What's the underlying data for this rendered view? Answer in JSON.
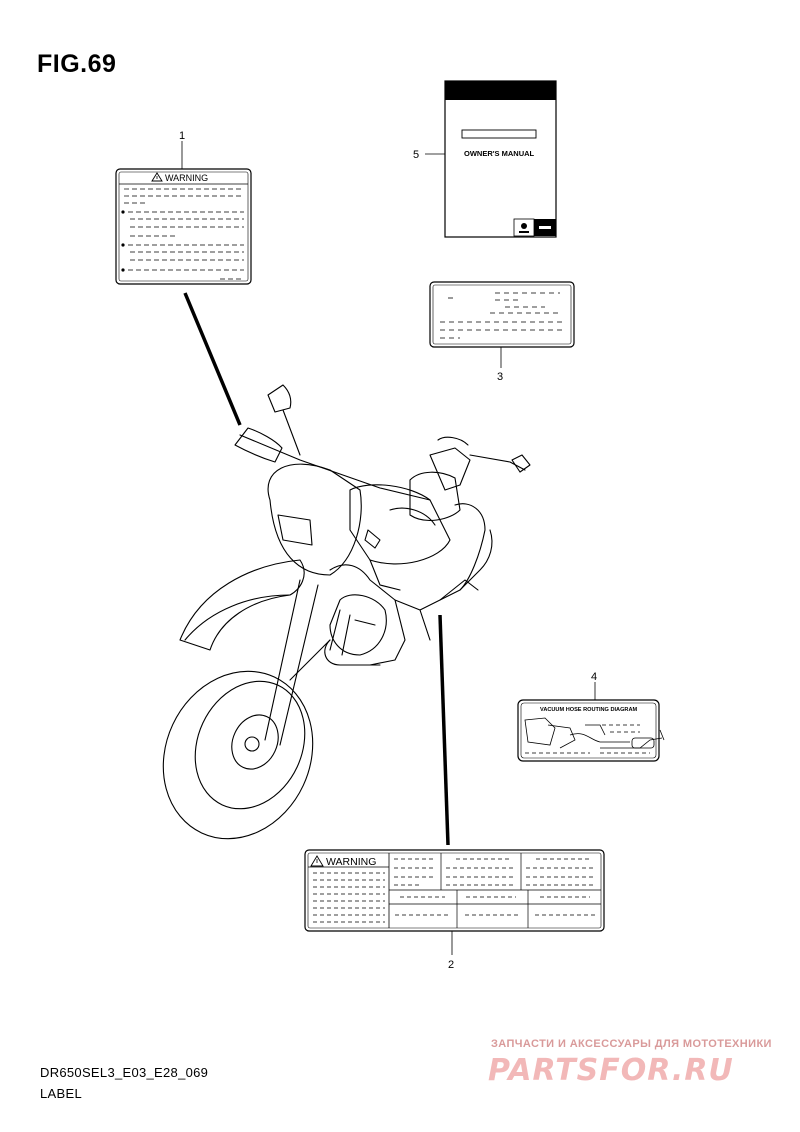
{
  "figure": {
    "title": "FIG.69"
  },
  "callouts": {
    "c1": "1",
    "c2": "2",
    "c3": "3",
    "c4": "4",
    "c5": "5"
  },
  "labels": {
    "warning_label_1": {
      "heading": "WARNING"
    },
    "warning_label_2": {
      "heading": "WARNING"
    },
    "owners_manual": {
      "title": "OWNER'S MANUAL"
    },
    "vacuum_hose": {
      "title": "VACUUM HOSE ROUTING DIAGRAM"
    }
  },
  "footer": {
    "model_code": "DR650SEL3_E03_E28_069",
    "caption": "LABEL"
  },
  "watermark": {
    "tagline": "ЗАПЧАСТИ И АКСЕССУАРЫ ДЛЯ МОТОТЕХНИКИ",
    "logo": "PARTSFOR.RU"
  }
}
